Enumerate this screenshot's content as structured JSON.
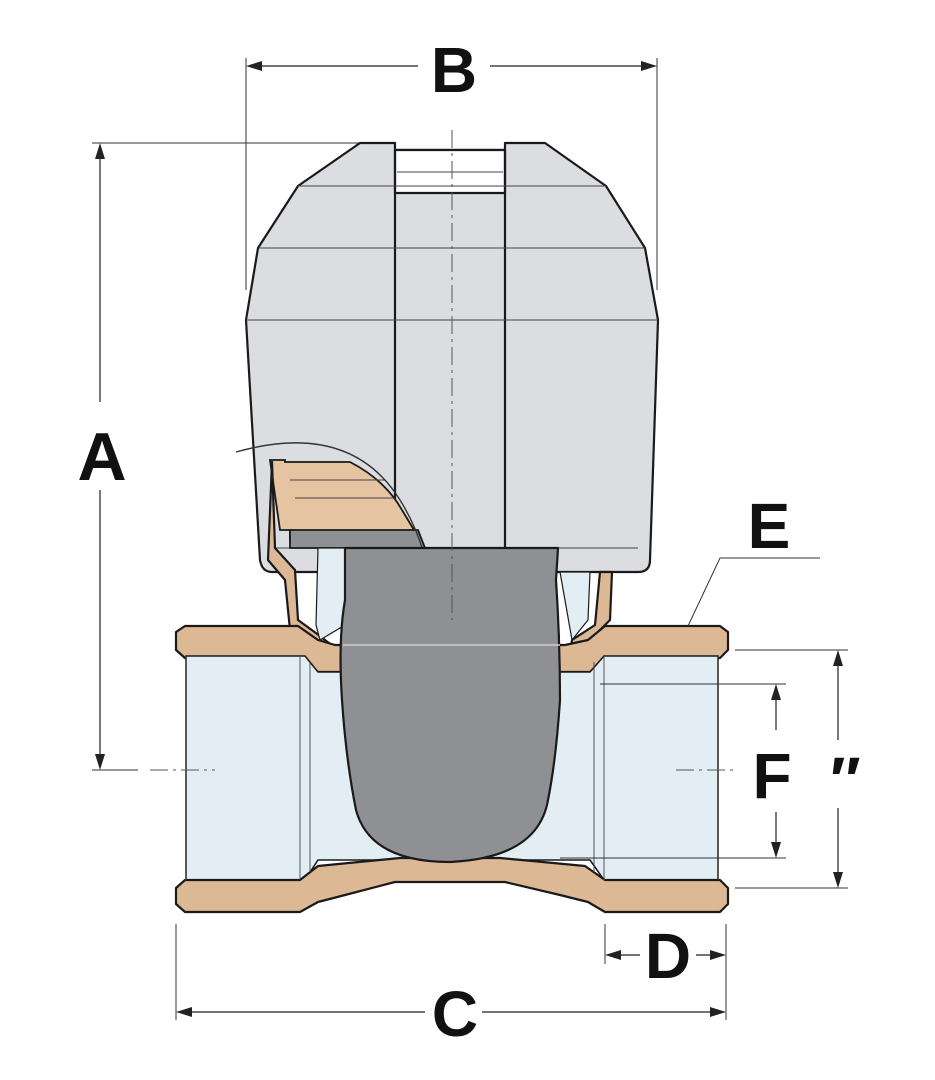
{
  "labels": {
    "A": "A",
    "B": "B",
    "C": "C",
    "D": "D",
    "E": "E",
    "F": "F",
    "inch": "″"
  },
  "colors": {
    "head_fill": "#dcdde0",
    "head_shade": "#c9cacd",
    "brass": "#ddb894",
    "brass_dark": "#c99e78",
    "bore": "#e3eef4",
    "plug": "#8f9094",
    "outline": "#1a1a1a"
  }
}
